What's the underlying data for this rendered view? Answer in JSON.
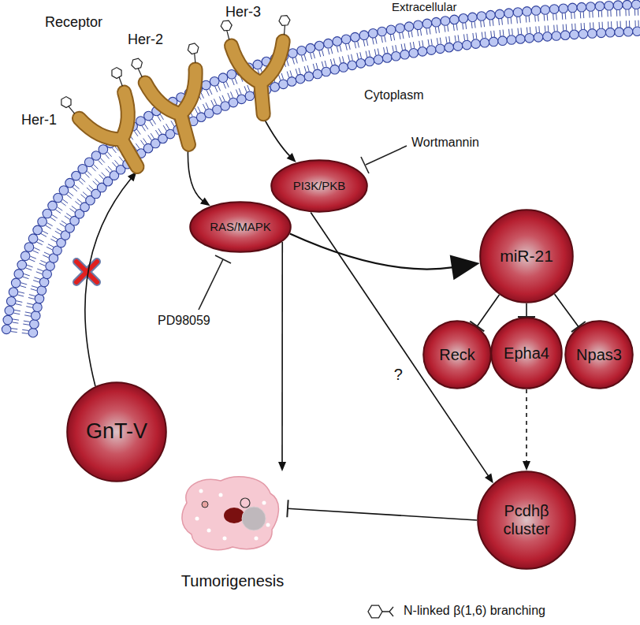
{
  "diagram": {
    "nodes": [
      {
        "text": [
          "Her-1"
        ]
      },
      {
        "text": [
          "Her-2"
        ]
      },
      {
        "text": [
          "Her-3"
        ]
      },
      {
        "text": [
          "RAS/MAPK"
        ]
      },
      {
        "text": [
          "PI3K/PKB"
        ]
      },
      {
        "text": [
          "miR-21"
        ]
      },
      {
        "text": [
          "Reck"
        ]
      },
      {
        "text": [
          "Epha4"
        ]
      },
      {
        "text": [
          "Npas3"
        ]
      },
      {
        "text": [
          "GnT-V"
        ]
      },
      {
        "text": [
          "Pcdhβ cluster"
        ]
      },
      {
        "text": [
          "Tumorigenesis"
        ]
      }
    ],
    "edges": [
      {
        "from": 9,
        "to": 0,
        "arrow": "to"
      },
      {
        "from": 1,
        "to": 3,
        "arrow": "to"
      },
      {
        "from": 2,
        "to": 4,
        "arrow": "to"
      },
      {
        "from": 3,
        "to": 5,
        "arrow": "to"
      },
      {
        "from": 3,
        "to": 11,
        "arrow": "to"
      },
      {
        "from": 4,
        "to": 10,
        "label": "?",
        "arrow": "to"
      },
      {
        "from": 5,
        "to": 6,
        "arrow": "to"
      },
      {
        "from": 5,
        "to": 7,
        "arrow": "to"
      },
      {
        "from": 5,
        "to": 8,
        "arrow": "to"
      },
      {
        "from": 7,
        "to": 10,
        "arrow": "to"
      },
      {
        "from": 10,
        "to": 11,
        "arrow": "to"
      }
    ],
    "labels": [
      "Receptor",
      "Extracellular",
      "Cytoplasm",
      "Wortmannin",
      "PD98059"
    ],
    "legend": [
      {
        "text": "N-linked β(1,6) branching"
      }
    ]
  }
}
